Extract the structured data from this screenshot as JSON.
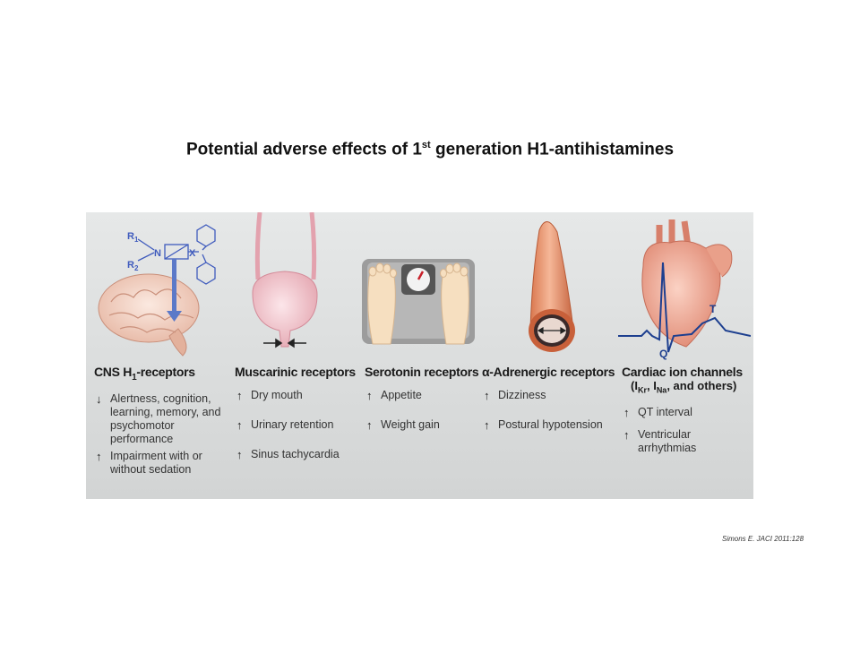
{
  "title": {
    "text": "Potential adverse effects of 1",
    "sup": "st",
    "rest": " generation H1-antihistamines"
  },
  "molecule": {
    "r1": "R",
    "r1_sub": "1",
    "r2": "R",
    "r2_sub": "2",
    "n": "N",
    "x": "X"
  },
  "ecg": {
    "t": "T",
    "q": "Q"
  },
  "columns": [
    {
      "title": "CNS H",
      "title_sub": "1",
      "title_rest": "-receptors",
      "effects": [
        {
          "direction": "down",
          "arrow": "↓",
          "text": "Alertness, cognition, learning, memory, and psychomotor performance"
        },
        {
          "direction": "up",
          "arrow": "↑",
          "text": "Impairment with or without sedation"
        }
      ]
    },
    {
      "title": "Muscarinic receptors",
      "effects": [
        {
          "direction": "up",
          "arrow": "↑",
          "text": "Dry mouth"
        },
        {
          "direction": "up",
          "arrow": "↑",
          "text": "Urinary retention"
        },
        {
          "direction": "up",
          "arrow": "↑",
          "text": "Sinus tachycardia"
        }
      ]
    },
    {
      "title": "Serotonin receptors",
      "effects": [
        {
          "direction": "up",
          "arrow": "↑",
          "text": "Appetite"
        },
        {
          "direction": "up",
          "arrow": "↑",
          "text": "Weight gain"
        }
      ]
    },
    {
      "title": "α-Adrenergic receptors",
      "effects": [
        {
          "direction": "up",
          "arrow": "↑",
          "text": "Dizziness"
        },
        {
          "direction": "up",
          "arrow": "↑",
          "text": "Postural hypotension"
        }
      ]
    },
    {
      "title": "Cardiac ion channels",
      "subtitle": {
        "open": "(I",
        "kr": "Kr",
        "mid": ", I",
        "na": "Na",
        "close": ", and others)"
      },
      "effects": [
        {
          "direction": "up",
          "arrow": "↑",
          "text": "QT interval"
        },
        {
          "direction": "up",
          "arrow": "↑",
          "text": "Ventricular arrhythmias"
        }
      ]
    }
  ],
  "citation": "Simons E. JACI 2011:128"
}
